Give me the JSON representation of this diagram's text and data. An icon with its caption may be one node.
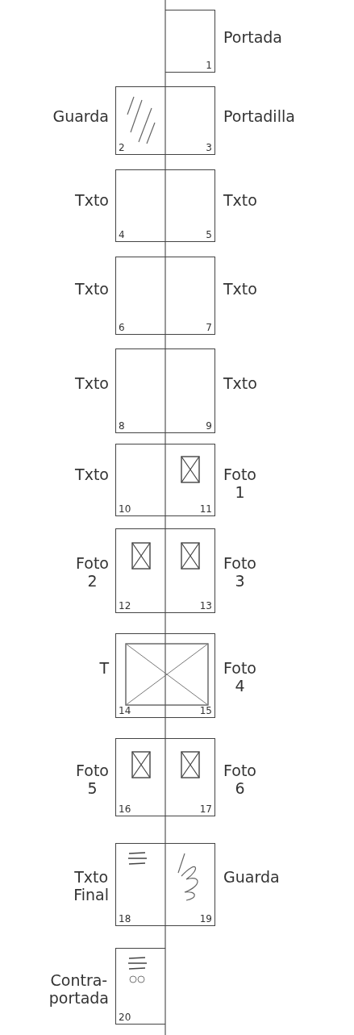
{
  "diagram": {
    "nodes": [
      {
        "text": [
          "1"
        ],
        "beside": [
          "Portada"
        ]
      },
      {
        "text": [
          "2"
        ],
        "beside": [
          "Guarda"
        ]
      },
      {
        "text": [
          "3"
        ],
        "beside": [
          "Portadilla"
        ]
      },
      {
        "text": [
          "4"
        ],
        "beside": [
          "Txto"
        ]
      },
      {
        "text": [
          "5"
        ],
        "beside": [
          "Txto"
        ]
      },
      {
        "text": [
          "6"
        ],
        "beside": [
          "Txto"
        ]
      },
      {
        "text": [
          "7"
        ],
        "beside": [
          "Txto"
        ]
      },
      {
        "text": [
          "8"
        ],
        "beside": [
          "Txto"
        ]
      },
      {
        "text": [
          "9"
        ],
        "beside": [
          "Txto"
        ]
      },
      {
        "text": [
          "10"
        ],
        "beside": [
          "Txto"
        ]
      },
      {
        "text": [
          "11"
        ],
        "beside": [
          "Foto 1"
        ]
      },
      {
        "text": [
          "12"
        ],
        "beside": [
          "Foto 2"
        ]
      },
      {
        "text": [
          "13"
        ],
        "beside": [
          "Foto 3"
        ]
      },
      {
        "text": [
          "14"
        ],
        "beside": [
          "T"
        ]
      },
      {
        "text": [
          "15"
        ],
        "beside": [
          "Foto 4"
        ]
      },
      {
        "text": [
          "16"
        ],
        "beside": [
          "Foto 5"
        ]
      },
      {
        "text": [
          "17"
        ],
        "beside": [
          "Foto 6"
        ]
      },
      {
        "text": [
          "18"
        ],
        "beside": [
          "Txto Final"
        ]
      },
      {
        "text": [
          "19"
        ],
        "beside": [
          "Guarda"
        ]
      },
      {
        "text": [
          "20"
        ],
        "beside": [
          "Contra-portada"
        ]
      }
    ]
  }
}
